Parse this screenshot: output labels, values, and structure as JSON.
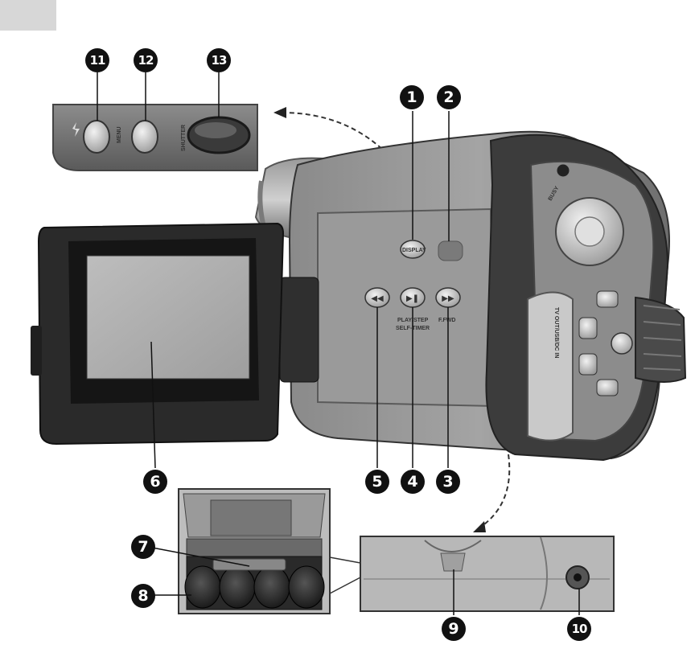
{
  "callouts": [
    "1",
    "2",
    "3",
    "4",
    "5",
    "6",
    "7",
    "8",
    "9",
    "10",
    "11",
    "12",
    "13"
  ],
  "button_labels": {
    "menu": "MENU",
    "shutter": "SHUTTER",
    "display": "DISPLAY",
    "play_step": "PLAY/STEP",
    "self_timer": "SELF-TIMER",
    "ffwd": "F.FWD",
    "busy": "BUSY",
    "tv_out": "TV OUT/USB/DC IN"
  },
  "icons": {
    "flash_button": "flash-icon",
    "rewind_button": "rewind-icon",
    "play_button": "play-pause-icon",
    "ffwd_button": "fast-forward-icon"
  }
}
